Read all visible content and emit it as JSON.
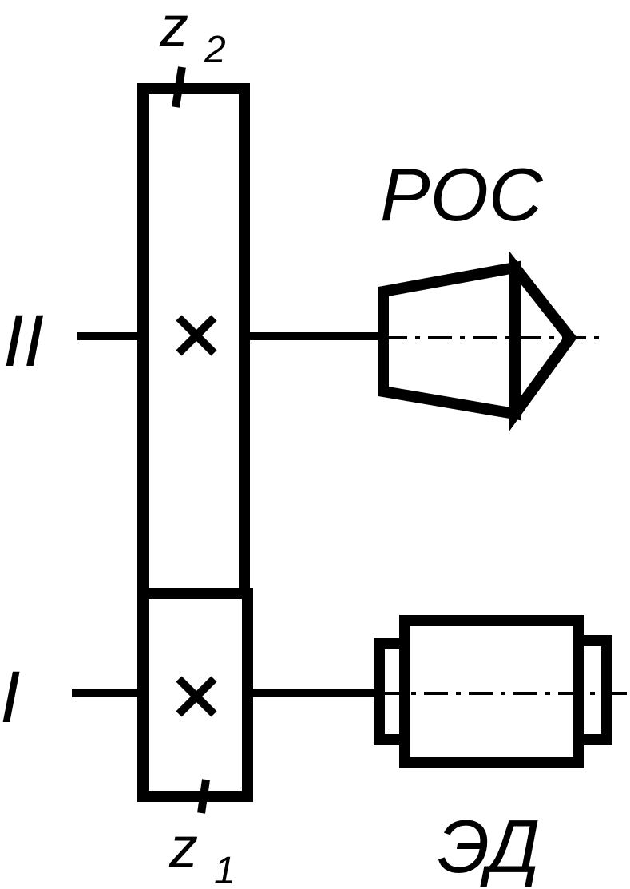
{
  "labels": {
    "z2_base": "z",
    "z2_sub": "2",
    "z1_base": "z",
    "z1_sub": "1",
    "shaft_upper": "II",
    "shaft_lower": "I",
    "sensor": "РОС",
    "motor": "ЭД"
  },
  "colors": {
    "ink": "#000000",
    "background": "#ffffff"
  }
}
